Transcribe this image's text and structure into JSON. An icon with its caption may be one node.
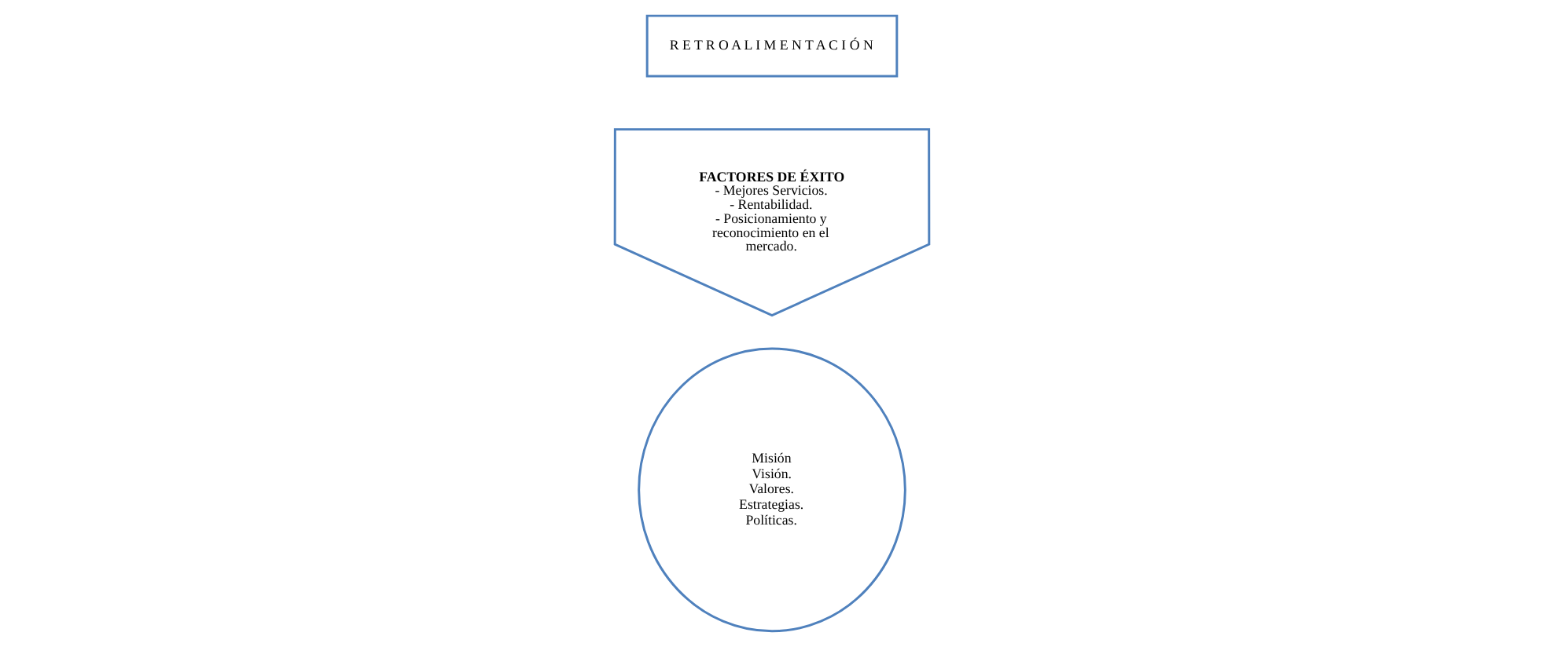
{
  "diagram": {
    "nodes": [
      {
        "text": [
          "Misión Visión. Valores. Estrategias. Políticas."
        ]
      },
      {
        "text": [
          "FACTORES DE ÉXITO",
          "- Mejores Servicios.",
          "- Rentabilidad.",
          "- Posicionamiento y reconocimiento en el mercado."
        ]
      },
      {
        "text": [
          "R E T R O A L I M E N T A C I Ó N"
        ]
      }
    ]
  }
}
